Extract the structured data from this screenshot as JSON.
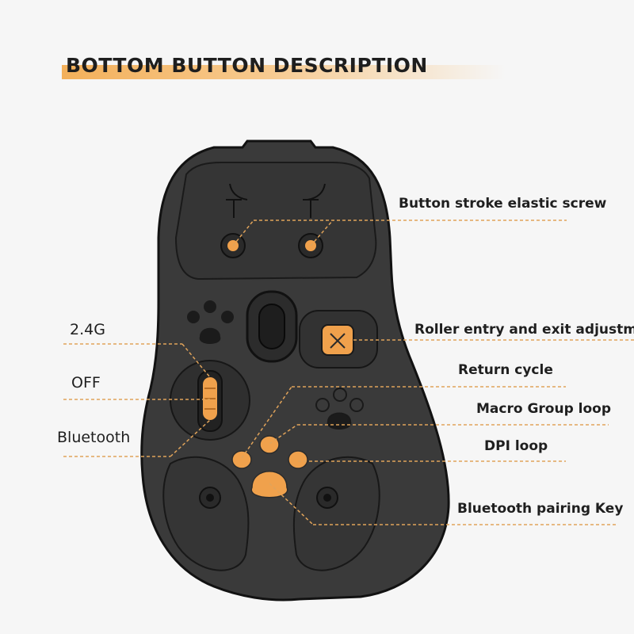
{
  "title": "BOTTOM BUTTON DESCRIPTION",
  "colors": {
    "accent": "#f0a14c",
    "mouse_body": "#3b3b3b",
    "mouse_outline": "#121212",
    "leader_line": "#e0a35a"
  },
  "labels_right": [
    "Button stroke elastic screw",
    "Roller entry and exit adjustm",
    "Return cycle",
    "Macro Group loop",
    "DPI loop",
    "Bluetooth pairing Key"
  ],
  "labels_left": [
    "2.4G",
    "OFF",
    "Bluetooth"
  ]
}
